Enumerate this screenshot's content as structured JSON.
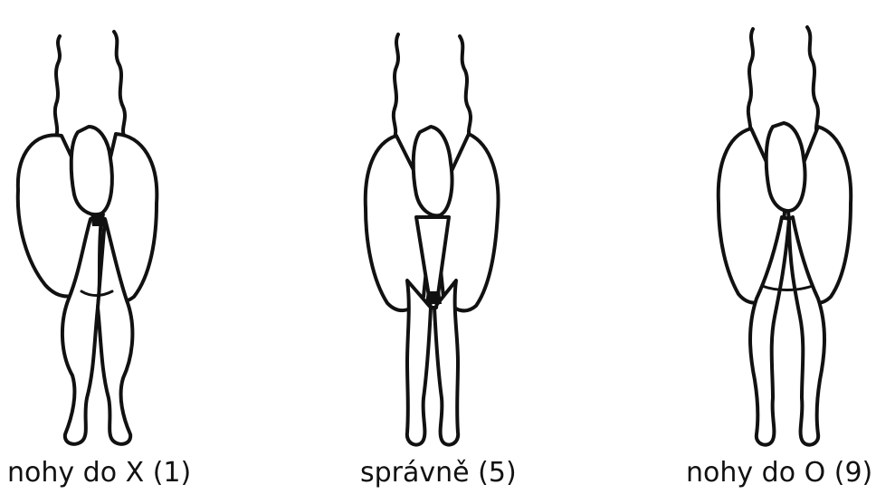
{
  "figures": [
    {
      "id": "x",
      "caption": "nohy do X (1)"
    },
    {
      "id": "correct",
      "caption": "správně (5)"
    },
    {
      "id": "o",
      "caption": "nohy do O (9)"
    }
  ]
}
